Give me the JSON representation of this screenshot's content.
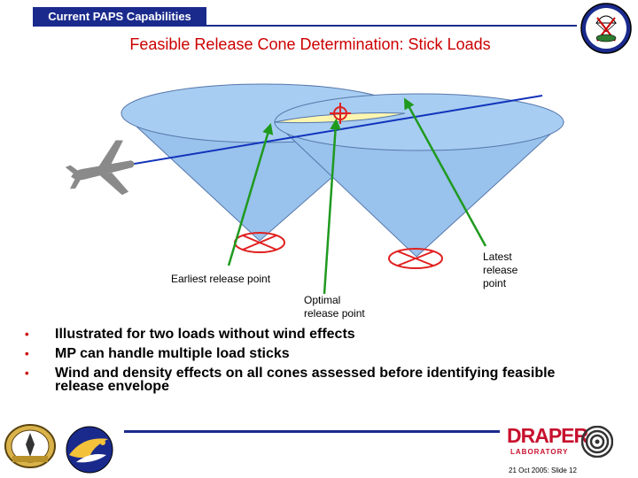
{
  "header": {
    "section_title": "Current PAPS Capabilities"
  },
  "slide": {
    "title": "Feasible Release Cone Determination:  Stick Loads"
  },
  "diagram": {
    "labels": {
      "earliest": "Earliest release point",
      "optimal_line1": "Optimal",
      "optimal_line2": "release point",
      "latest_line1": "Latest",
      "latest_line2": "release",
      "latest_line3": "point"
    },
    "colors": {
      "cone_fill": "#99c2ec",
      "cone_top": "#a8cdf2",
      "overlap": "#fdf6b0",
      "arrow": "#1f9a1f",
      "flight_line": "#1133bb",
      "target": "#e02020",
      "aircraft": "#8a8a8a"
    }
  },
  "bullets": [
    "Illustrated for two loads without wind effects",
    "MP can handle multiple load sticks",
    "Wind and density effects on all cones assessed before identifying feasible release envelope"
  ],
  "footer": {
    "org_name": "DRAPER",
    "org_sub": "LABORATORY",
    "date_slide": "21 Oct 2005:  Slide 12"
  },
  "icons": [
    "parachute-emblem-icon",
    "aircraft-icon",
    "target-reticle-icon",
    "army-crest-icon",
    "eagle-emblem-icon",
    "draper-target-icon"
  ]
}
